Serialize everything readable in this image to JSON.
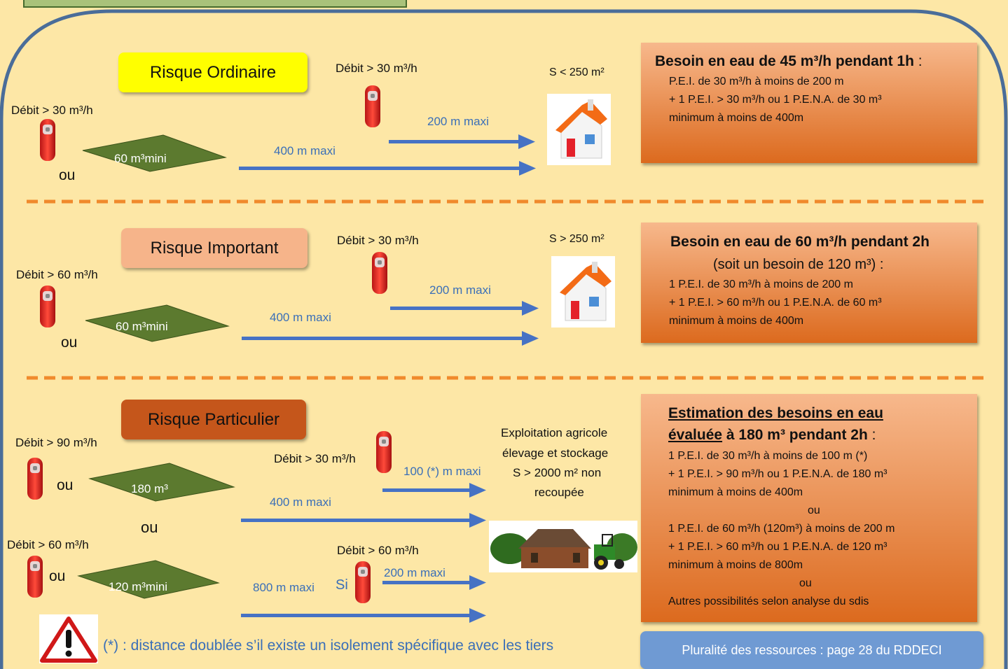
{
  "sections": [
    {
      "risk_label": "Risque Ordinaire",
      "color": "#ffff00",
      "left_debit": "Débit > 30 m³/h",
      "ou": "ou",
      "pad": "60 m³mini",
      "near_debit": "Débit > 30 m³/h",
      "near_distance": "200 m maxi",
      "far_distance": "400 m maxi",
      "surface": "S < 250 m²",
      "box": {
        "title": "Besoin en eau de 45 m³/h pendant 1h",
        "title_suffix": " :",
        "lines": [
          "P.E.I. de 30 m³/h à moins de 200 m",
          "+ 1 P.E.I. > 30 m³/h ou 1 P.E.N.A. de 30 m³",
          "minimum à moins de 400m"
        ]
      }
    },
    {
      "risk_label": "Risque Important",
      "color": "#f6b48a",
      "left_debit": "Débit > 60 m³/h",
      "ou": "ou",
      "pad": "60 m³mini",
      "near_debit": "Débit > 30 m³/h",
      "near_distance": "200 m maxi",
      "far_distance": "400 m maxi",
      "surface": "S > 250 m²",
      "box": {
        "title": "Besoin en eau de 60 m³/h pendant 2h",
        "subtitle": "(soit un besoin de 120 m³) :",
        "lines": [
          "1 P.E.I. de 30 m³/h à moins de 200 m",
          "+ 1 P.E.I. > 60 m³/h ou 1 P.E.N.A. de 60 m³",
          "minimum à moins de 400m"
        ]
      }
    },
    {
      "risk_label": "Risque Particulier",
      "color": "#c5561b",
      "left_debit_1": "Débit > 90 m³/h",
      "ou_1": "ou",
      "pad_1": "180 m³",
      "ou_mid": "ou",
      "left_debit_2": "Débit > 60 m³/h",
      "ou_2": "ou",
      "pad_2": "120 m³mini",
      "near_debit_1": "Débit > 30 m³/h",
      "near_distance_1": "100 (*) m maxi",
      "far_distance_1": "400 m maxi",
      "near_debit_2": "Débit > 60 m³/h",
      "si": "Si",
      "near_distance_2": "200 m maxi",
      "far_distance_2": "800 m maxi",
      "farm_lines": [
        "Exploitation agricole",
        "élevage et stockage",
        "S > 2000 m² non",
        "recoupée"
      ],
      "box": {
        "title_1": "Estimation des besoins en eau",
        "title_2a": "évaluée",
        "title_2b": " à 180 m³ pendant 2h",
        "title_suffix": " :",
        "lines": [
          "1 P.E.I. de 30 m³/h à moins de 100 m (*)",
          "+ 1 P.E.I. > 90 m³/h ou 1 P.E.N.A. de 180 m³",
          "minimum à moins de 400m",
          "ou",
          "1 P.E.I. de 60 m³/h (120m³) à moins de 200 m",
          "+ 1 P.E.I. > 60 m³/h ou 1 P.E.N.A. de 120 m³",
          "minimum à moins de 800m",
          "ou",
          "Autres possibilités selon analyse du sdis"
        ]
      }
    }
  ],
  "footnote": "(*) : distance doublée s’il existe un isolement spécifique avec les tiers",
  "footer_button": "Pluralité des ressources : page 28 du RDDECI",
  "icons": [
    "warning-icon",
    "hydrant-icon",
    "house-icon",
    "farm-icon"
  ]
}
